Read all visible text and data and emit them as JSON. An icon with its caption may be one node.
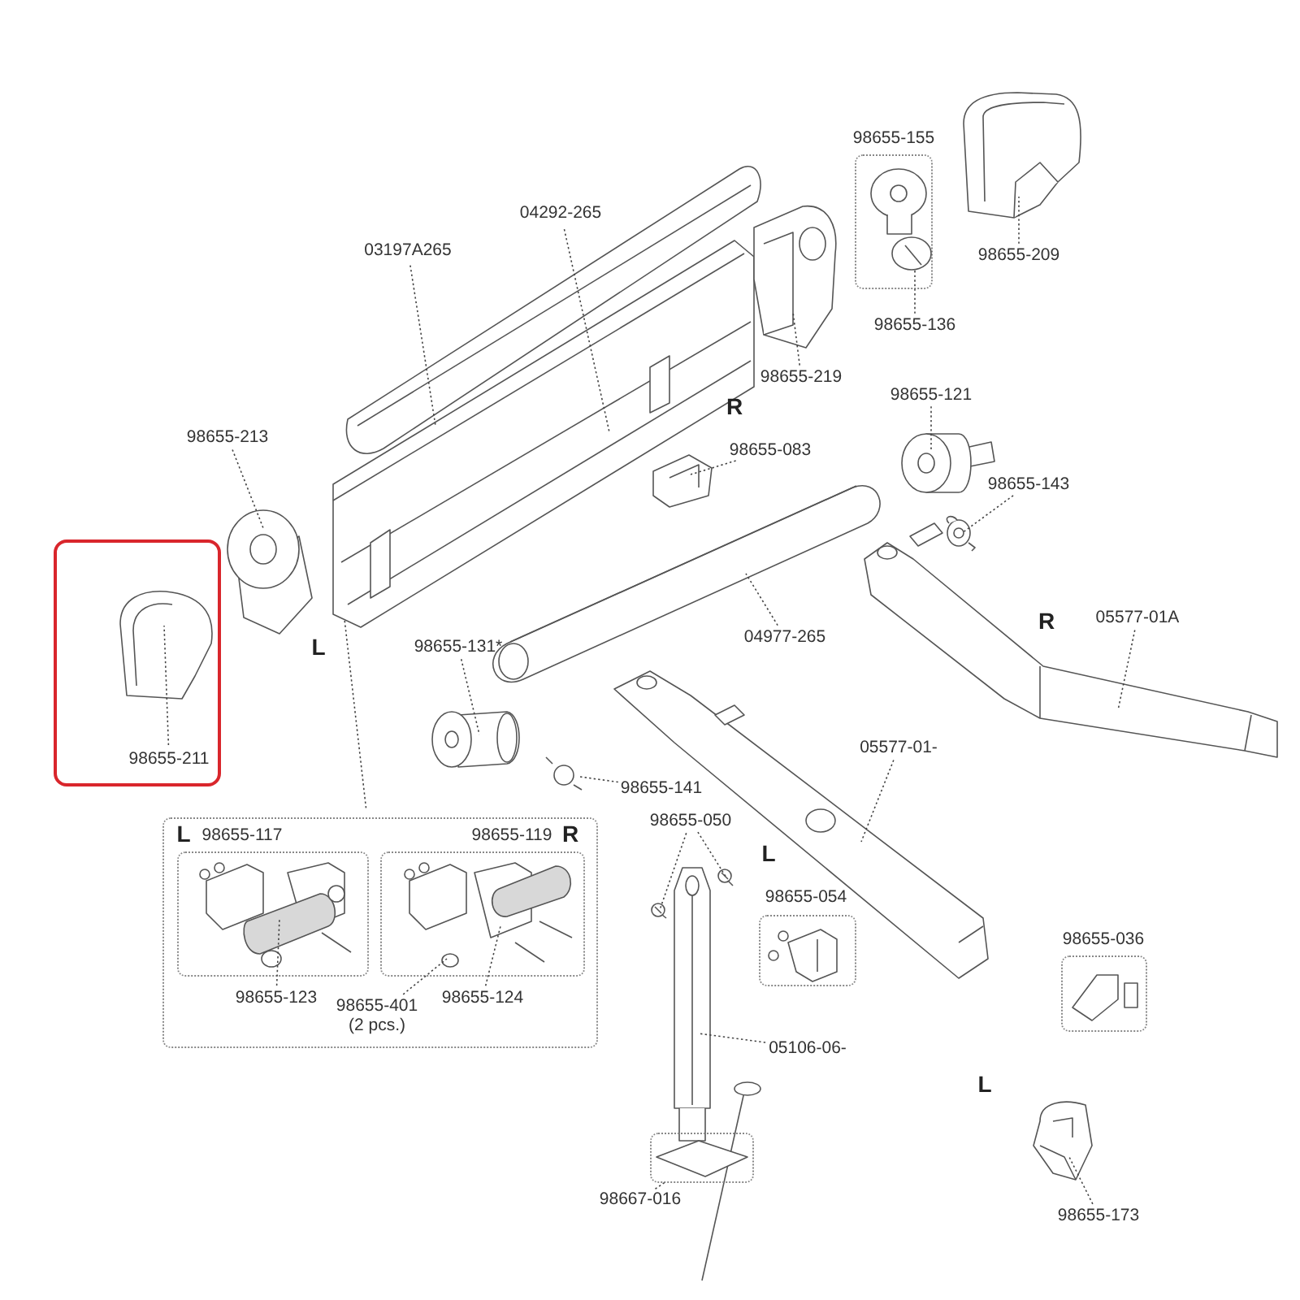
{
  "diagram": {
    "nodes": [
      {
        "text": [
          "98655-155"
        ]
      },
      {
        "text": [],
        "shape": "picture",
        "in": 0
      },
      {
        "text": [
          "98655-136"
        ]
      },
      {
        "text": [],
        "shape": "picture"
      },
      {
        "text": [
          "98655-209"
        ]
      },
      {
        "text": [
          "03197A265"
        ]
      },
      {
        "text": [
          "04292-265"
        ]
      },
      {
        "text": [],
        "shape": "picture"
      },
      {
        "text": [],
        "shape": "picture"
      },
      {
        "text": [],
        "shape": "picture"
      },
      {
        "text": [
          "98655-219"
        ]
      },
      {
        "text": [
          "98655-121"
        ]
      },
      {
        "text": [],
        "shape": "picture"
      },
      {
        "text": [
          "98655-213"
        ]
      },
      {
        "text": [],
        "shape": "picture"
      },
      {
        "text": [
          "98655-083"
        ]
      },
      {
        "text": [],
        "shape": "picture"
      },
      {
        "text": [
          "98655-143"
        ]
      },
      {
        "text": [],
        "shape": "picture"
      },
      {
        "text": [],
        "shape": "box"
      },
      {
        "text": [],
        "shape": "picture",
        "in": 19
      },
      {
        "text": [
          "98655-211"
        ],
        "in": 19
      },
      {
        "text": [],
        "shape": "picture"
      },
      {
        "text": [
          "04977-265"
        ]
      },
      {
        "text": [
          "05577-01A"
        ]
      },
      {
        "text": [],
        "shape": "picture"
      },
      {
        "text": [
          "98655-131*"
        ]
      },
      {
        "text": [],
        "shape": "picture"
      },
      {
        "text": [
          "98655-141"
        ]
      },
      {
        "text": [],
        "shape": "picture"
      },
      {
        "text": [
          "05577-01-"
        ]
      },
      {
        "text": [],
        "shape": "picture"
      },
      {
        "text": [],
        "shape": "box"
      },
      {
        "text": [
          "98655-117"
        ],
        "in": 32
      },
      {
        "text": [],
        "shape": "picture",
        "in": 33
      },
      {
        "text": [
          "98655-119"
        ],
        "in": 32
      },
      {
        "text": [],
        "shape": "picture",
        "in": 35
      },
      {
        "text": [
          "98655-123"
        ],
        "in": 32
      },
      {
        "text": [
          "98655-401 (2 pcs.)"
        ],
        "in": 32
      },
      {
        "text": [
          "98655-124"
        ],
        "in": 32
      },
      {
        "text": [
          "98655-050"
        ]
      },
      {
        "text": [],
        "shape": "picture"
      },
      {
        "text": [],
        "shape": "picture"
      },
      {
        "text": [],
        "shape": "picture"
      },
      {
        "text": [
          "98655-054"
        ]
      },
      {
        "text": [
          "98655-036"
        ]
      },
      {
        "text": [
          "05106-06-"
        ]
      },
      {
        "text": [],
        "shape": "box"
      },
      {
        "text": [
          "98667-016"
        ]
      },
      {
        "text": [],
        "shape": "picture"
      },
      {
        "text": [
          "98655-173"
        ]
      }
    ],
    "edges": [
      {
        "from": 2,
        "to": 1,
        "arrow": "none"
      },
      {
        "from": 4,
        "to": 3,
        "arrow": "none"
      },
      {
        "from": 5,
        "to": 7,
        "arrow": "none"
      },
      {
        "from": 6,
        "to": 8,
        "arrow": "none"
      },
      {
        "from": 10,
        "to": 9,
        "arrow": "none"
      },
      {
        "from": 11,
        "to": 12,
        "arrow": "none"
      },
      {
        "from": 13,
        "to": 14,
        "arrow": "none"
      },
      {
        "from": 15,
        "to": 16,
        "arrow": "none"
      },
      {
        "from": 17,
        "to": 18,
        "arrow": "none"
      },
      {
        "from": 21,
        "to": 20,
        "arrow": "none"
      },
      {
        "from": 23,
        "to": 22,
        "arrow": "none"
      },
      {
        "from": 24,
        "to": 25,
        "arrow": "none"
      },
      {
        "from": 26,
        "to": 27,
        "arrow": "none"
      },
      {
        "from": 28,
        "to": 29,
        "arrow": "none"
      },
      {
        "from": 30,
        "to": 31,
        "arrow": "none"
      },
      {
        "from": 32,
        "to": 8,
        "arrow": "none"
      },
      {
        "from": 37,
        "to": 34,
        "arrow": "none"
      },
      {
        "from": 38,
        "to": 36,
        "arrow": "none"
      },
      {
        "from": 39,
        "to": 36,
        "arrow": "none"
      },
      {
        "from": 40,
        "to": 41,
        "arrow": "none"
      },
      {
        "from": 40,
        "to": 42,
        "arrow": "none"
      },
      {
        "from": 46,
        "to": 43,
        "arrow": "none"
      },
      {
        "from": 48,
        "to": 47,
        "arrow": "none"
      },
      {
        "from": 50,
        "to": 49,
        "arrow": "none"
      }
    ],
    "labels": [
      "R",
      "R",
      "L",
      "L",
      "R",
      "L",
      "L"
    ]
  }
}
